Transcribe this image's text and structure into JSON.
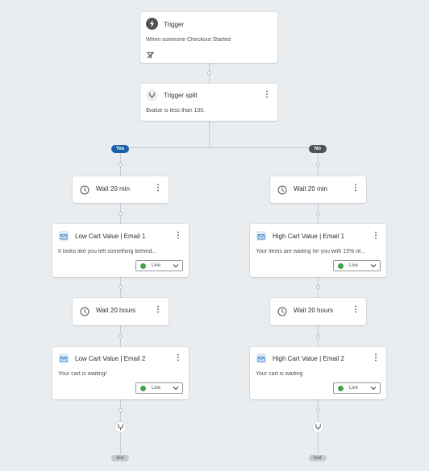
{
  "trigger": {
    "title": "Trigger",
    "subtitle": "When someone Checkout Started",
    "icon": "lightning-icon",
    "filter_icon": "filter-off-icon"
  },
  "trigger_split": {
    "title": "Trigger split",
    "condition": "$value is less than 100.",
    "menu_glyph": "⋮"
  },
  "branches": {
    "yes_label": "Yes",
    "no_label": "No",
    "yes_color": "#1b5fa6",
    "no_color": "#4e5358"
  },
  "left": {
    "wait1": {
      "label": "Wait 20 min",
      "menu_glyph": "⋮"
    },
    "email1": {
      "title": "Low Cart Value | Email 1",
      "preview": "It looks like you left something behind...",
      "status": "Live",
      "menu_glyph": "⋮"
    },
    "wait2": {
      "label": "Wait 20 hours",
      "menu_glyph": "⋮"
    },
    "email2": {
      "title": "Low Cart Value | Email 2",
      "preview": "Your cart is waiting!",
      "status": "Live",
      "menu_glyph": "⋮"
    },
    "end": "End"
  },
  "right": {
    "wait1": {
      "label": "Wait 20 min",
      "menu_glyph": "⋮"
    },
    "email1": {
      "title": "High Cart Value | Email 1",
      "preview": "Your items are waiting for you with 15% of...",
      "status": "Live",
      "menu_glyph": "⋮"
    },
    "wait2": {
      "label": "Wait 20 hours",
      "menu_glyph": "⋮"
    },
    "email2": {
      "title": "High Cart Value | Email 2",
      "preview": "Your cart is waiting",
      "status": "Live",
      "menu_glyph": "⋮"
    },
    "end": "End"
  },
  "colors": {
    "canvas": "#eaedf0",
    "connector": "#c5cbd1",
    "live_status": "#3fa34d",
    "email_icon_bg": "#dcecf8",
    "email_icon": "#3b82c4"
  }
}
